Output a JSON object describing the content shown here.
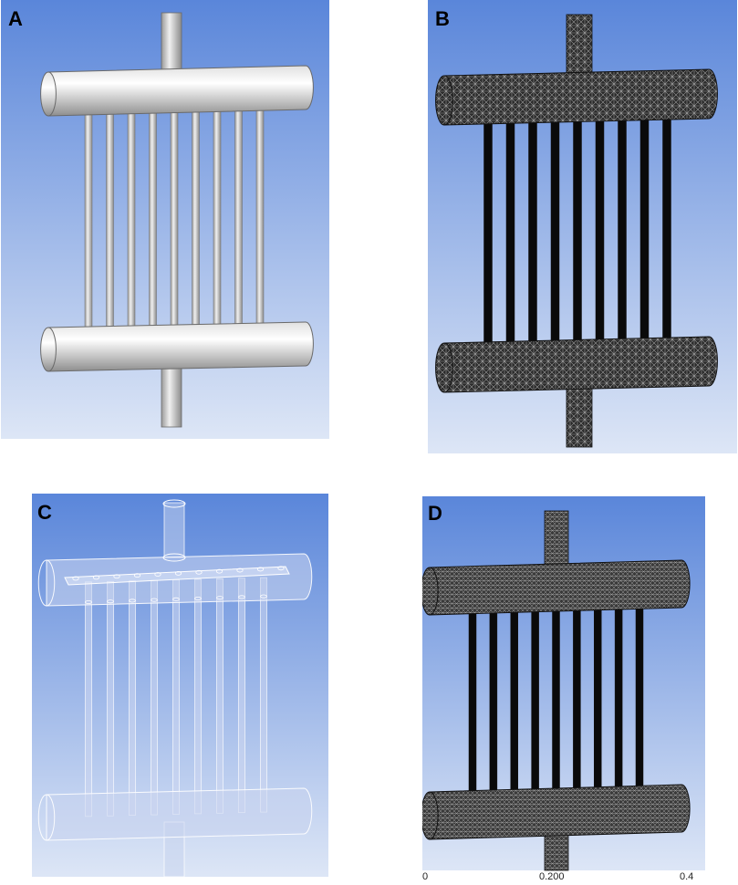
{
  "panels": [
    {
      "label": "A",
      "style": "solid"
    },
    {
      "label": "B",
      "style": "mesh"
    },
    {
      "label": "C",
      "style": "wireframe"
    },
    {
      "label": "D",
      "style": "mesh-dense"
    }
  ],
  "tube_count": 9,
  "panel_d_axis": {
    "ticks": [
      "0",
      "0.200",
      "0.4"
    ]
  },
  "colors": {
    "background_gradient_top": "#5b86d9",
    "background_gradient_bottom": "#d8e2f4",
    "solid_metal": "#c8c8c8",
    "mesh_dark": "#111111"
  }
}
